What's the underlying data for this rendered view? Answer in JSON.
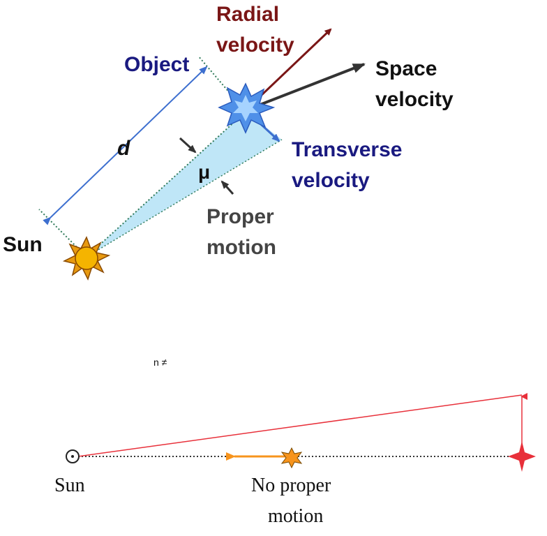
{
  "top_diagram": {
    "radial_label_line1": "Radial",
    "radial_label_line2": "velocity",
    "space_label_line1": "Space",
    "space_label_line2": "velocity",
    "object_label": "Object",
    "distance_label": "d",
    "mu_label": "μ",
    "transverse_label_line1": "Transverse",
    "transverse_label_line2": "velocity",
    "proper_label_line1": "Proper",
    "proper_label_line2": "motion",
    "sun_label": "Sun",
    "colors": {
      "radial": "#7a1616",
      "space": "#333333",
      "object_text": "#1a1a80",
      "distance": "#3d6fcf",
      "wedge": "#bfe6f7",
      "sun_fill": "#f5b400",
      "star_fill": "#4f90e8"
    }
  },
  "note_text": "n ≠",
  "bottom_diagram": {
    "sun_label": "Sun",
    "no_proper_line1": "No proper",
    "no_proper_line2": "motion",
    "colors": {
      "red": "#e8303a",
      "orange": "#f7941d",
      "dotted": "#333333"
    }
  }
}
